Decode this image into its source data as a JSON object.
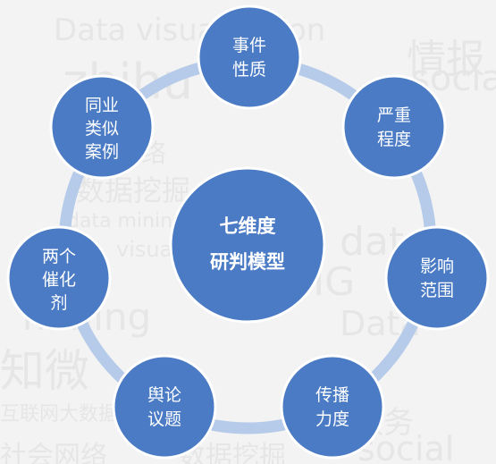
{
  "background_words": [
    "Data visualization",
    "zhihu",
    "情报",
    "网络",
    "数据挖掘",
    "data mining",
    "visualization",
    "social",
    "知微",
    "data",
    "BIG",
    "mining",
    "Data",
    "互联网大数据",
    "服务",
    "社会网络",
    "数据挖掘",
    "social"
  ],
  "center": {
    "line1": "七维度",
    "line2": "研判模型"
  },
  "nodes": [
    {
      "id": "event",
      "lines": [
        "事件",
        "性质"
      ]
    },
    {
      "id": "severity",
      "lines": [
        "严重",
        "程度"
      ]
    },
    {
      "id": "influence",
      "lines": [
        "影响",
        "范围"
      ]
    },
    {
      "id": "spread",
      "lines": [
        "传播",
        "力度"
      ]
    },
    {
      "id": "opinion",
      "lines": [
        "舆论",
        "议题"
      ]
    },
    {
      "id": "catalyst",
      "lines": [
        "两个",
        "催化",
        "剂"
      ]
    },
    {
      "id": "similar",
      "lines": [
        "同业",
        "类似",
        "案例"
      ]
    }
  ],
  "colors": {
    "node": "#4a7bc4",
    "node_stroke": "#ffffff",
    "ring": "#b6cbe9",
    "background_text": "#e6e6e6"
  }
}
